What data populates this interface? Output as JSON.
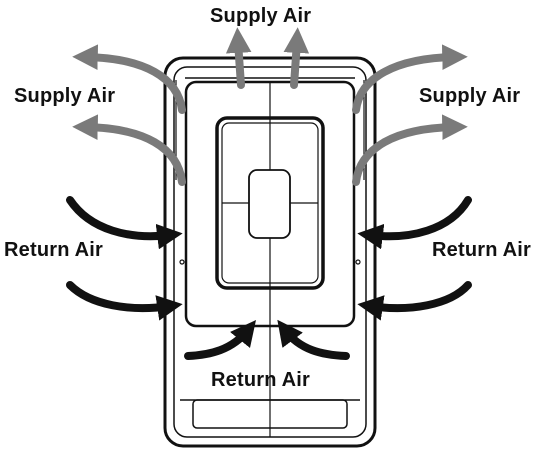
{
  "labels": {
    "supply_top": "Supply Air",
    "supply_left": "Supply Air",
    "supply_right": "Supply Air",
    "return_left": "Return Air",
    "return_right": "Return Air",
    "return_bottom": "Return Air"
  },
  "colors": {
    "outline": "#111111",
    "supply_arrow": "#7a7a7a",
    "return_arrow": "#111111",
    "background": "#ffffff"
  }
}
